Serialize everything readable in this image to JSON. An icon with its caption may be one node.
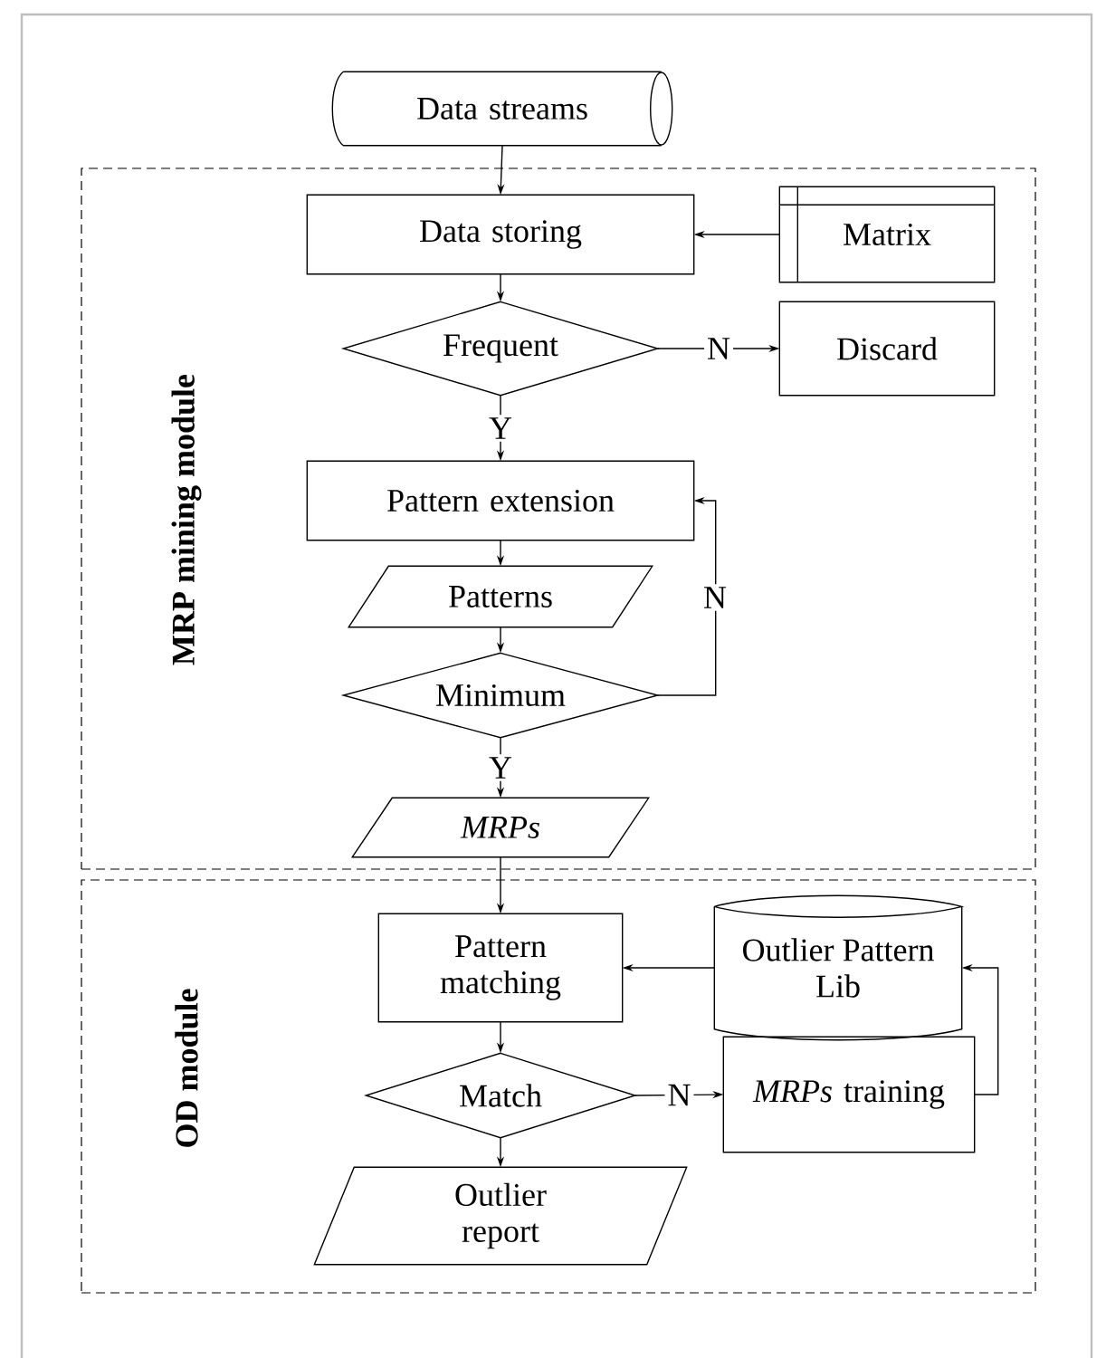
{
  "diagram": {
    "nodes": [
      {
        "text": [
          "Data streams"
        ]
      },
      {
        "text": [
          "MRP mining module"
        ]
      },
      {
        "text": [
          "Data storing"
        ],
        "in": 1
      },
      {
        "text": [
          "Matrix"
        ],
        "in": 1
      },
      {
        "text": [
          "Frequent"
        ],
        "in": 1
      },
      {
        "text": [
          "Discard"
        ],
        "in": 1
      },
      {
        "text": [
          "Pattern extension"
        ],
        "in": 1
      },
      {
        "text": [
          "Patterns"
        ],
        "in": 1
      },
      {
        "text": [
          "Minimum"
        ],
        "in": 1
      },
      {
        "text": [
          "MRPs"
        ],
        "in": 1
      },
      {
        "text": [
          "OD module"
        ]
      },
      {
        "text": [
          "Pattern matching"
        ],
        "in": 10
      },
      {
        "text": [
          "Outlier Pattern Lib"
        ],
        "in": 10
      },
      {
        "text": [
          "Match"
        ],
        "in": 10
      },
      {
        "text": [
          "*MRPs* training"
        ],
        "in": 10
      },
      {
        "text": [
          "Outlier report"
        ],
        "in": 10
      }
    ],
    "edges": [
      {
        "from": 0,
        "to": 2,
        "arrow": "to"
      },
      {
        "from": 3,
        "to": 2,
        "arrow": "to"
      },
      {
        "from": 2,
        "to": 4,
        "arrow": "to"
      },
      {
        "from": 4,
        "to": 5,
        "arrow": "to",
        "label": "N"
      },
      {
        "from": 4,
        "to": 6,
        "arrow": "to",
        "label": "Y"
      },
      {
        "from": 6,
        "to": 7,
        "arrow": "to"
      },
      {
        "from": 7,
        "to": 8,
        "arrow": "to"
      },
      {
        "from": 8,
        "to": 6,
        "arrow": "to",
        "label": "N"
      },
      {
        "from": 8,
        "to": 9,
        "arrow": "to",
        "label": "Y"
      },
      {
        "from": 9,
        "to": 11,
        "arrow": "to"
      },
      {
        "from": 12,
        "to": 11,
        "arrow": "to"
      },
      {
        "from": 11,
        "to": 13,
        "arrow": "to"
      },
      {
        "from": 13,
        "to": 14,
        "arrow": "to",
        "label": "N"
      },
      {
        "from": 14,
        "to": 12,
        "arrow": "to"
      },
      {
        "from": 13,
        "to": 15,
        "arrow": "to"
      }
    ]
  }
}
